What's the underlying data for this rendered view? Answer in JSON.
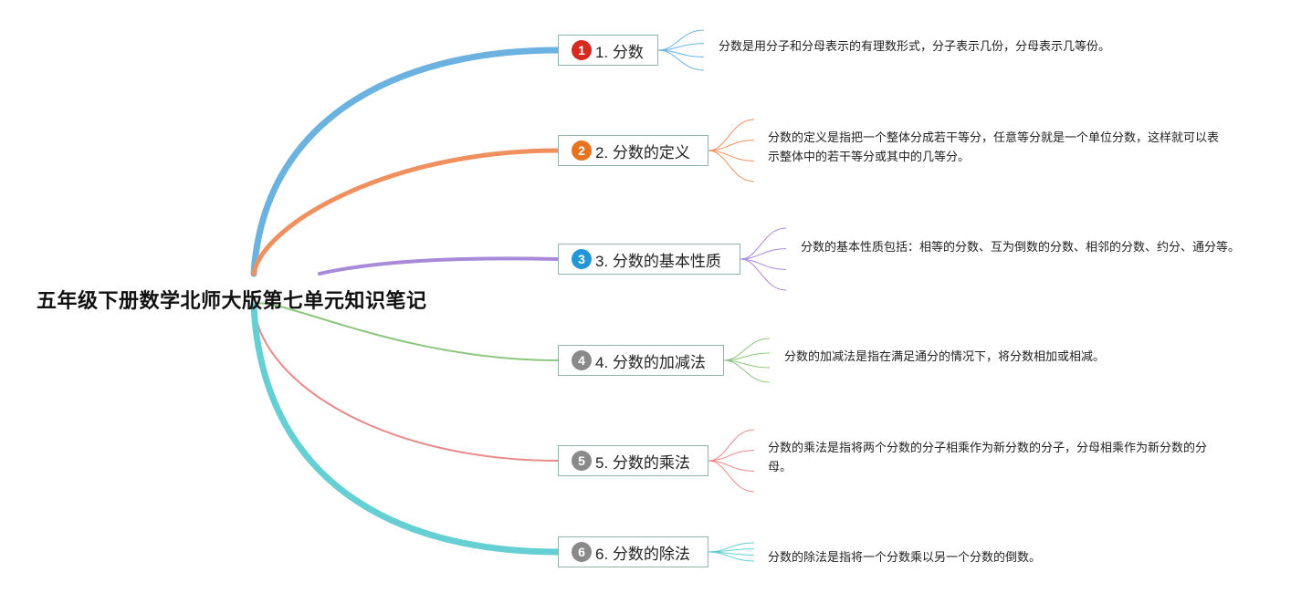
{
  "root": {
    "title": "五年级下册数学北师大版第七单元知识笔记"
  },
  "topics": [
    {
      "number": "1",
      "label": "1. 分数",
      "color": "#6cb2e0",
      "badge_color": "#d42a1f",
      "note": "分数是用分子和分母表示的有理数形式，分子表示几份，分母表示几等份。"
    },
    {
      "number": "2",
      "label": "2. 分数的定义",
      "color": "#f0905f",
      "badge_color": "#e8731f",
      "note": "分数的定义是指把一个整体分成若干等分，任意等分就是一个单位分数，这样就可以表示整体中的若干等分或其中的几等分。"
    },
    {
      "number": "3",
      "label": "3. 分数的基本性质",
      "color": "#a98ad9",
      "badge_color": "#2496d4",
      "note": "分数的基本性质包括：相等的分数、互为倒数的分数、相邻的分数、约分、通分等。"
    },
    {
      "number": "4",
      "label": "4. 分数的加减法",
      "color": "#8dc77f",
      "badge_color": "#8a8a8a",
      "note": "分数的加减法是指在满足通分的情况下，将分数相加或相减。"
    },
    {
      "number": "5",
      "label": "5. 分数的乘法",
      "color": "#e98a8a",
      "badge_color": "#8a8a8a",
      "note": "分数的乘法是指将两个分数的分子相乘作为新分数的分子，分母相乘作为新分数的分母。"
    },
    {
      "number": "6",
      "label": "6. 分数的除法",
      "color": "#66cfd3",
      "badge_color": "#8a8a8a",
      "note": "分数的除法是指将一个分数乘以另一个分数的倒数。"
    }
  ]
}
